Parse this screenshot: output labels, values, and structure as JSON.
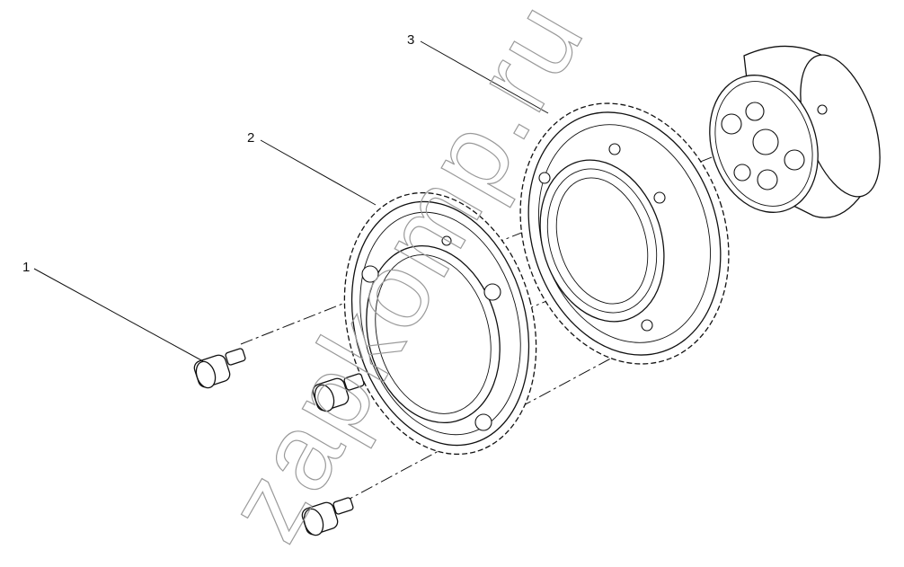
{
  "diagram": {
    "callouts": [
      {
        "id": "1",
        "label": "1"
      },
      {
        "id": "2",
        "label": "2"
      },
      {
        "id": "3",
        "label": "3"
      }
    ],
    "watermark": "zapkomp.ru",
    "colors": {
      "ink": "#111111",
      "background": "#ffffff",
      "watermark": "#9a9a9a"
    }
  }
}
